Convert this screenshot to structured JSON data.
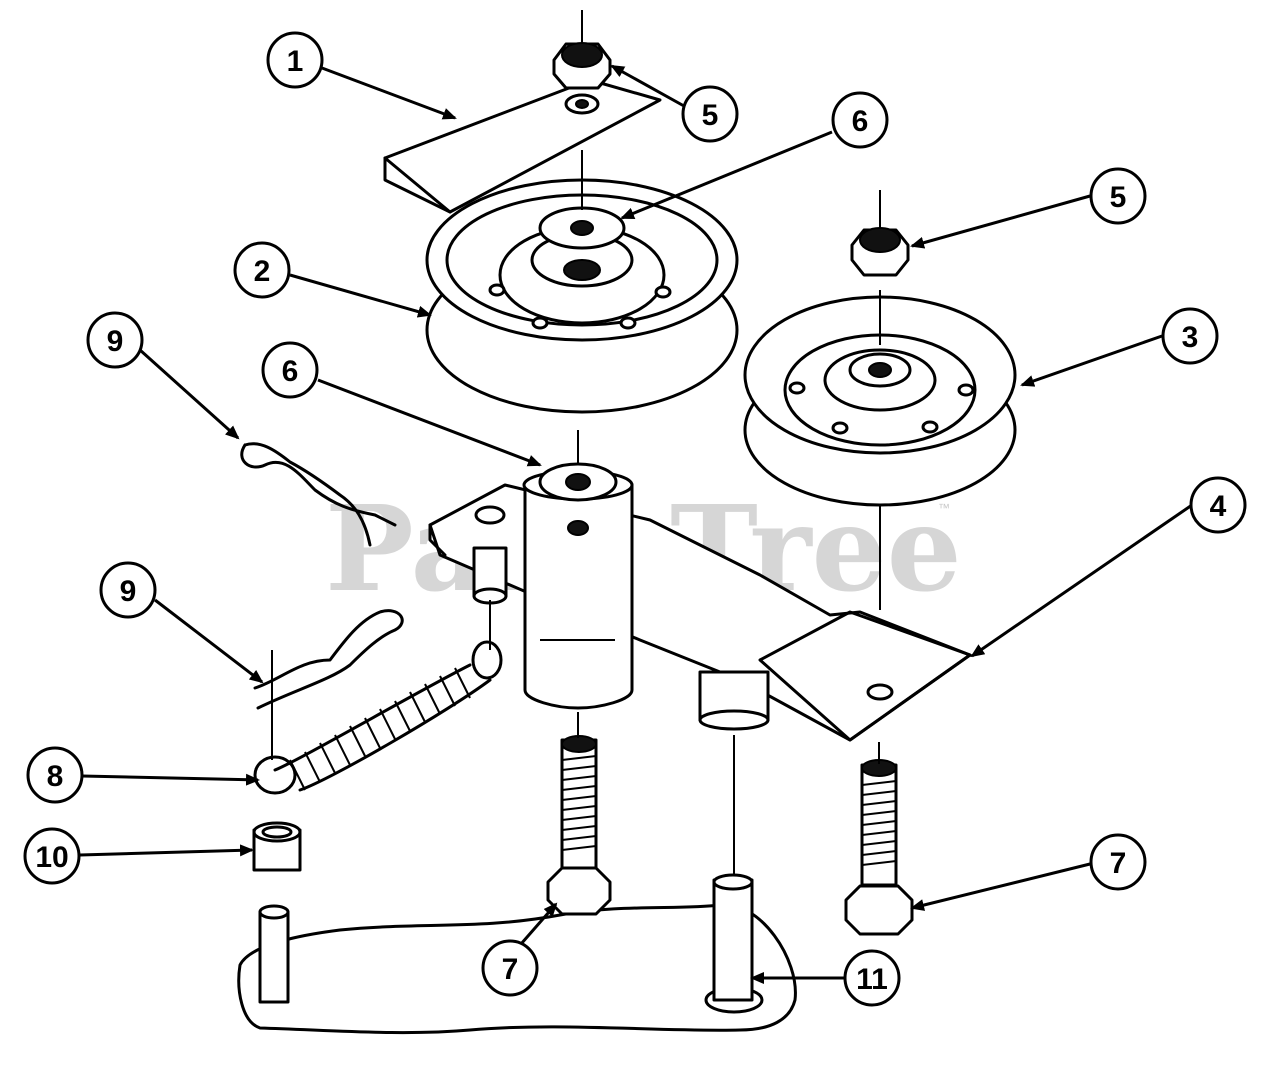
{
  "watermark": {
    "text": "PartsTree",
    "mark": "™"
  },
  "callouts": [
    {
      "id": "c1",
      "label": "1"
    },
    {
      "id": "c5a",
      "label": "5"
    },
    {
      "id": "c6a",
      "label": "6"
    },
    {
      "id": "c5b",
      "label": "5"
    },
    {
      "id": "c2",
      "label": "2"
    },
    {
      "id": "c3",
      "label": "3"
    },
    {
      "id": "c9a",
      "label": "9"
    },
    {
      "id": "c6b",
      "label": "6"
    },
    {
      "id": "c4",
      "label": "4"
    },
    {
      "id": "c9b",
      "label": "9"
    },
    {
      "id": "c8",
      "label": "8"
    },
    {
      "id": "c10",
      "label": "10"
    },
    {
      "id": "c7a",
      "label": "7"
    },
    {
      "id": "c7b",
      "label": "7"
    },
    {
      "id": "c11",
      "label": "11"
    }
  ]
}
